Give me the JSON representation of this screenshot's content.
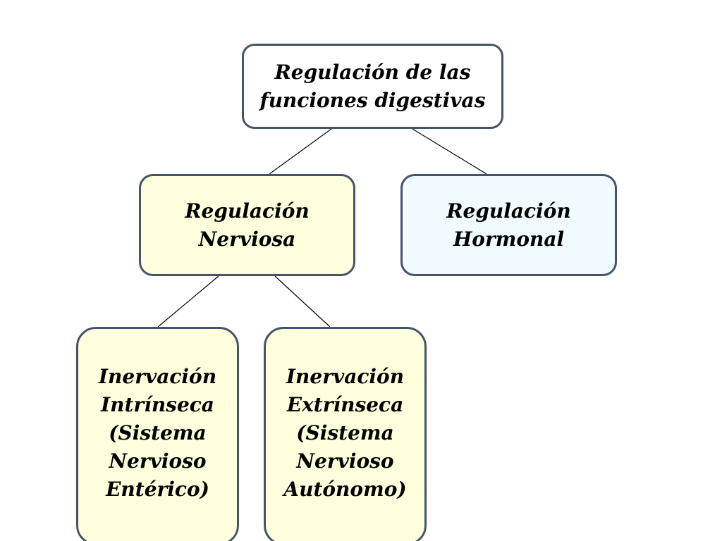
{
  "diagram": {
    "root": {
      "label": "Regulación de las\nfunciones digestivas",
      "fill": "#ffffff"
    },
    "nerviosa": {
      "label": "Regulación\nNerviosa",
      "fill": "#ffffdd"
    },
    "hormonal": {
      "label": "Regulación\nHormonal",
      "fill": "#f0fbff"
    },
    "intrinseca": {
      "label": "Inervación\nIntrínseca\n(Sistema\nNervioso\nEntérico)",
      "fill": "#ffffdd"
    },
    "extrinseca": {
      "label": "Inervación\nExtrínseca\n(Sistema\nNervioso\nAutónomo)",
      "fill": "#ffffdd"
    },
    "border_color": "#44546a",
    "connector_color": "#000000"
  }
}
